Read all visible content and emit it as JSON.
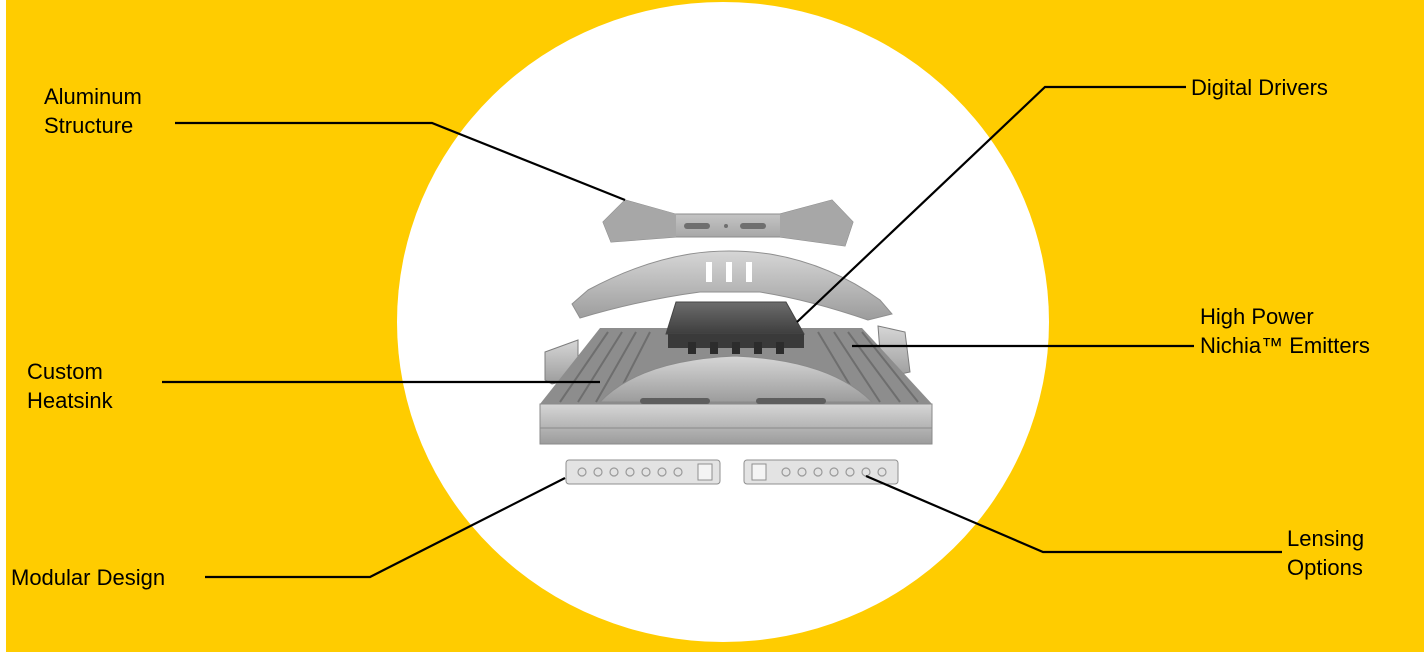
{
  "colors": {
    "background": "#FFCC00",
    "circle": "#FFFFFF",
    "leader_lines": "#000000",
    "product_metal": "#B9B9B9"
  },
  "labels": {
    "aluminum_structure": [
      "Aluminum",
      "Structure"
    ],
    "custom_heatsink": [
      "Custom",
      "Heatsink"
    ],
    "modular_design": [
      "Modular Design"
    ],
    "digital_drivers": [
      "Digital Drivers"
    ],
    "high_power_emitters": [
      "High Power",
      "Nichia™ Emitters"
    ],
    "lensing_options": [
      "Lensing",
      "Options"
    ]
  }
}
